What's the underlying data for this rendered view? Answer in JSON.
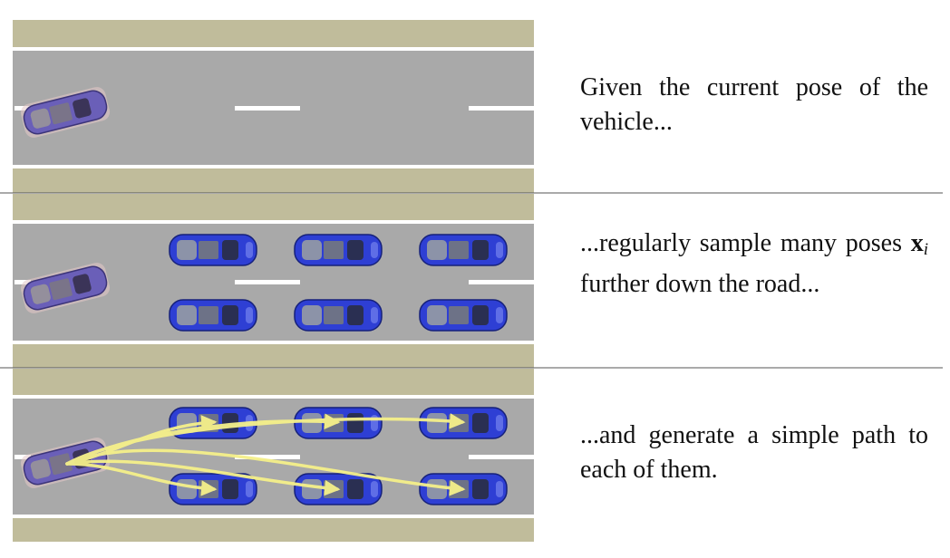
{
  "panels": [
    {
      "caption": "Given the current pose of the vehicle...",
      "sampled_poses": 0,
      "paths": false
    },
    {
      "caption_before": "...regularly sample many poses ",
      "caption_math": "x",
      "caption_subscript": "i",
      "caption_after": " further down the road...",
      "sampled_poses": 6,
      "paths": false
    },
    {
      "caption": "...and generate a simple path to each of them.",
      "sampled_poses": 6,
      "paths": true
    }
  ],
  "colors": {
    "shoulder": "#c0bc9b",
    "road": "#a9a9a9",
    "lane_marking": "#ffffff",
    "ego_vehicle": "#6a5fb8",
    "sampled_vehicle": "#2e3fd4",
    "path": "#f5f08a",
    "divider": "#555555"
  }
}
